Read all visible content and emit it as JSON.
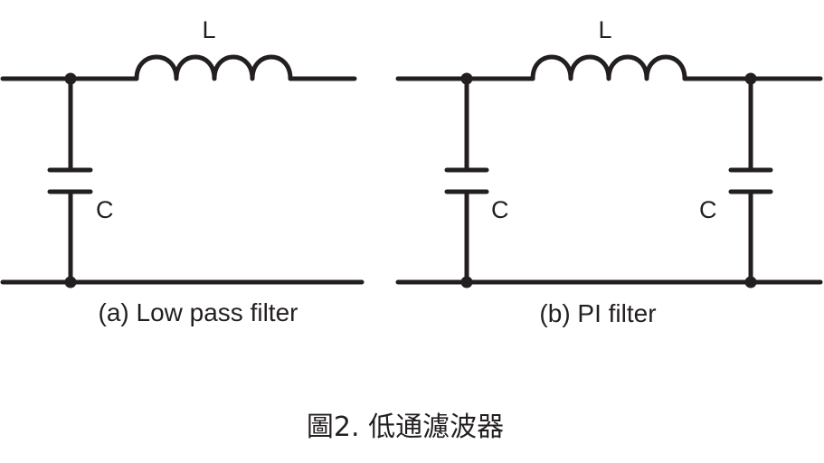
{
  "low_pass": {
    "inductor_label": "L",
    "capacitor_label": "C",
    "caption": "(a) Low pass filter"
  },
  "pi_filter": {
    "inductor_label": "L",
    "capacitor_left_label": "C",
    "capacitor_right_label": "C",
    "caption": "(b) PI filter"
  },
  "figure_caption": "圖2. 低通濾波器",
  "colors": {
    "ink": "#231f20",
    "background": "#ffffff"
  }
}
